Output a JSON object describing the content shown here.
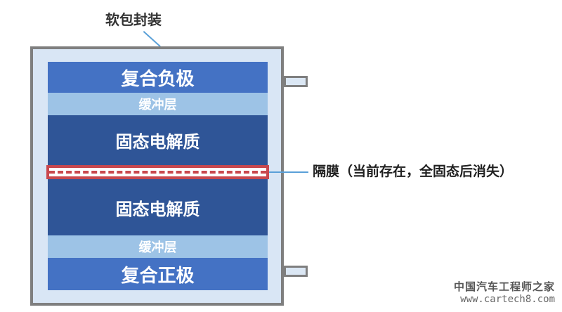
{
  "diagram": {
    "packaging_label": "软包封装",
    "layers": [
      {
        "id": "negative",
        "label": "复合负极",
        "kind": "electrode"
      },
      {
        "id": "buffer_top",
        "label": "缓冲层",
        "kind": "buffer"
      },
      {
        "id": "electrolyte_top",
        "label": "固态电解质",
        "kind": "electrolyte"
      },
      {
        "id": "electrolyte_bottom",
        "label": "固态电解质",
        "kind": "electrolyte"
      },
      {
        "id": "buffer_bottom",
        "label": "缓冲层",
        "kind": "buffer"
      },
      {
        "id": "positive",
        "label": "复合正极",
        "kind": "electrode"
      }
    ],
    "separator_label": "隔膜（当前存在，全固态后消失）",
    "colors": {
      "electrode": "#4472c4",
      "buffer": "#9dc3e6",
      "electrolyte": "#2f5597",
      "separator_border": "#c9484e",
      "pouch_border": "#7f7f7f",
      "pouch_fill": "#d9e6f5",
      "leader": "#5aa0d8"
    }
  },
  "watermark": {
    "line1": "中国汽车工程师之家",
    "line2": "www.cartech8.com"
  }
}
